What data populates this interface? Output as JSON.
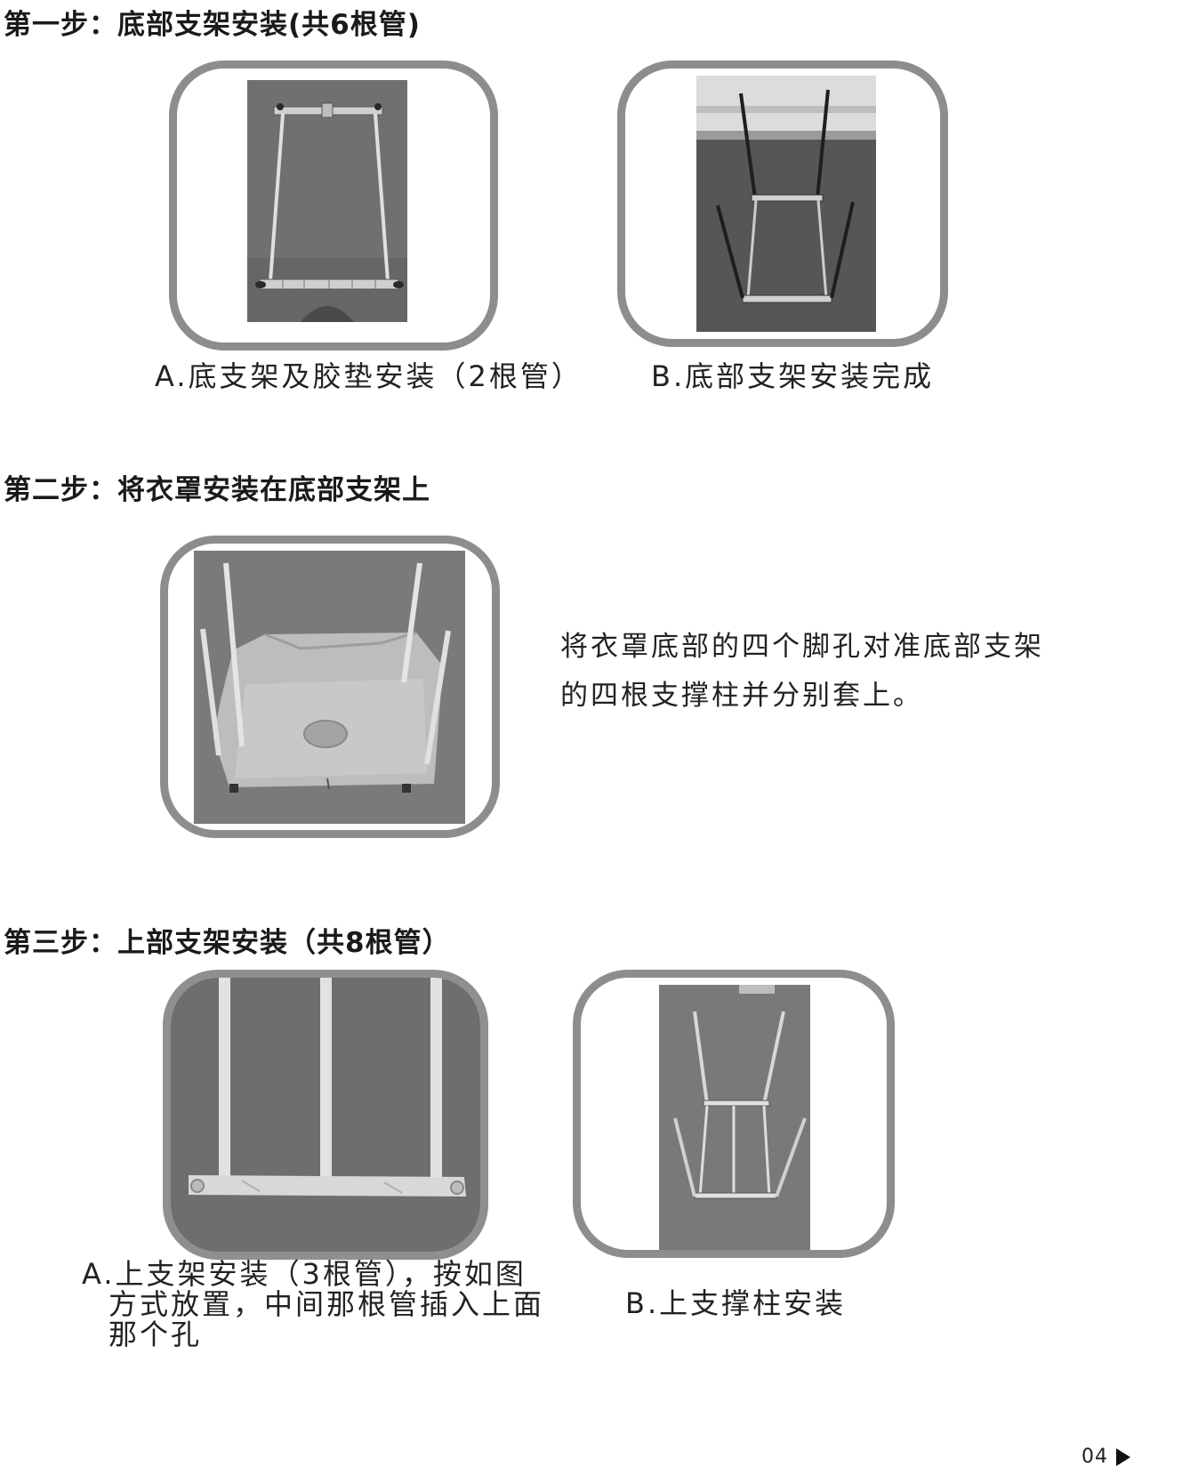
{
  "step1": {
    "heading": "第一步：底部支架安装(共6根管)",
    "caption_a": "A.底支架及胶垫安装（2根管）",
    "caption_b": "B.底部支架安装完成"
  },
  "step2": {
    "heading": "第二步：将衣罩安装在底部支架上",
    "instruction_line1": "将衣罩底部的四个脚孔对准底部支架",
    "instruction_line2": "的四根支撑柱并分别套上。"
  },
  "step3": {
    "heading": "第三步：上部支架安装（共8根管）",
    "caption_a_line1": "A.上支架安装（3根管），按如图",
    "caption_a_line2": "方式放置，中间那根管插入上面",
    "caption_a_line3": "那个孔",
    "caption_b": "B.上支撑柱安装"
  },
  "footer": {
    "page_number": "04",
    "next_icon": "triangle-right-icon"
  },
  "colors": {
    "frame_border": "#8d8d8d",
    "carpet": "#6f6f6f",
    "text": "#1a1a1a"
  }
}
